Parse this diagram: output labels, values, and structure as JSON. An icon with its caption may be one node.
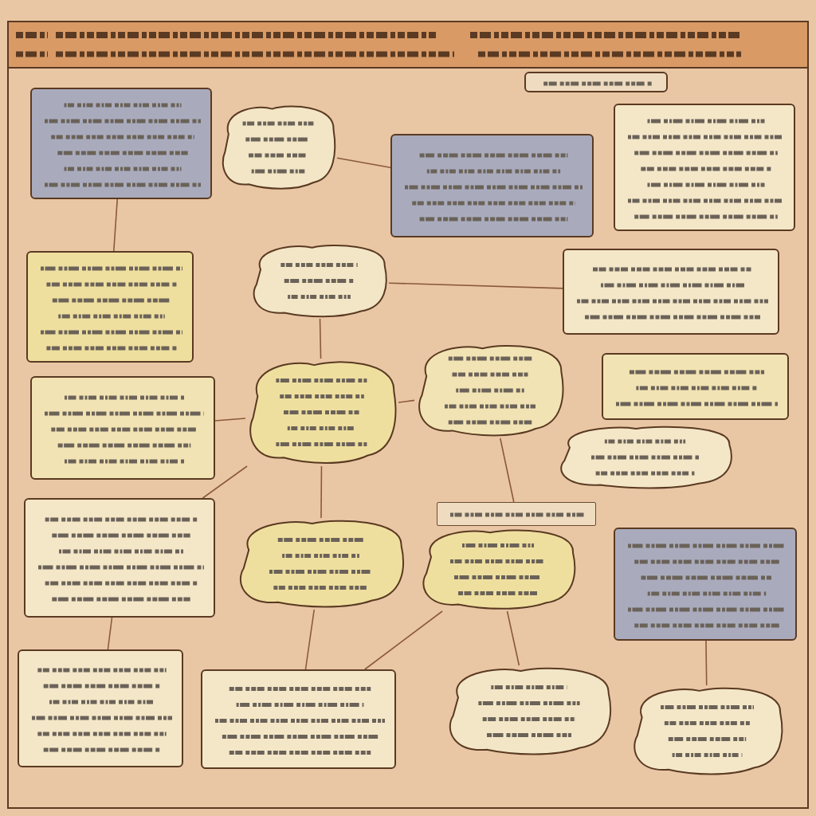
{
  "diagram": {
    "nodes": [
      {
        "text": [],
        "shape": "box"
      },
      {
        "text": [],
        "shape": "cloud"
      },
      {
        "text": [],
        "shape": "box"
      },
      {
        "text": [],
        "shape": "box"
      },
      {
        "text": [],
        "shape": "box"
      },
      {
        "text": [],
        "shape": "box"
      },
      {
        "text": [],
        "shape": "cloud"
      },
      {
        "text": [],
        "shape": "box"
      },
      {
        "text": [],
        "shape": "box"
      },
      {
        "text": [],
        "shape": "cloud"
      },
      {
        "text": [],
        "shape": "cloud"
      },
      {
        "text": [],
        "shape": "box"
      },
      {
        "text": [],
        "shape": "cloud"
      },
      {
        "text": [],
        "shape": "bar"
      },
      {
        "text": [],
        "shape": "box"
      },
      {
        "text": [],
        "shape": "cloud"
      },
      {
        "text": [],
        "shape": "cloud"
      },
      {
        "text": [],
        "shape": "box"
      },
      {
        "text": [],
        "shape": "box"
      },
      {
        "text": [],
        "shape": "box"
      },
      {
        "text": [],
        "shape": "cloud"
      },
      {
        "text": [],
        "shape": "cloud"
      }
    ],
    "edges": [
      {
        "from": 1,
        "to": 3,
        "arrow": "none"
      },
      {
        "from": 0,
        "to": 5,
        "arrow": "none"
      },
      {
        "from": 6,
        "to": 9,
        "arrow": "none"
      },
      {
        "from": 6,
        "to": 7,
        "arrow": "none"
      },
      {
        "from": 9,
        "to": 8,
        "arrow": "none"
      },
      {
        "from": 9,
        "to": 10,
        "arrow": "none"
      },
      {
        "from": 9,
        "to": 14,
        "arrow": "none"
      },
      {
        "from": 9,
        "to": 15,
        "arrow": "none"
      },
      {
        "from": 10,
        "to": 13,
        "arrow": "none"
      },
      {
        "from": 14,
        "to": 18,
        "arrow": "none"
      },
      {
        "from": 15,
        "to": 19,
        "arrow": "none"
      },
      {
        "from": 16,
        "to": 19,
        "arrow": "none"
      },
      {
        "from": 16,
        "to": 20,
        "arrow": "none"
      },
      {
        "from": 17,
        "to": 21,
        "arrow": "none"
      }
    ]
  }
}
